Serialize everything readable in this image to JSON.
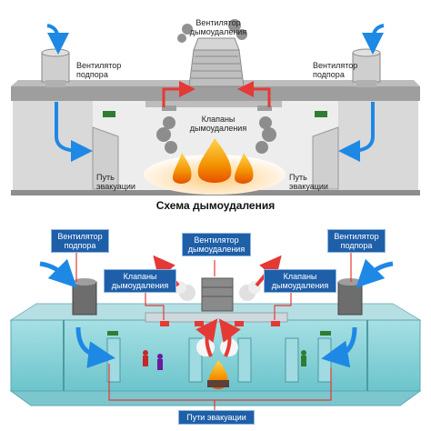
{
  "top_scheme": {
    "title": "Схема дымоудаления",
    "labels": {
      "smoke_fan": "Вентилятор\nдымоудаления",
      "supply_fan_left": "Вентилятор\nподпора",
      "supply_fan_right": "Вентилятор\nподпора",
      "valves": "Клапаны\nдымоудаления",
      "evac_left": "Путь\nэвакуации",
      "evac_right": "Путь\nэвакуации"
    }
  },
  "bottom_scheme": {
    "labels": {
      "supply_fan_left": "Вентилятор\nподпора",
      "smoke_fan": "Вентилятор\nдымоудаления",
      "supply_fan_right": "Вентилятор\nподпора",
      "valves_left": "Клапаны\nдымоудаления",
      "valves_right": "Клапаны\nдымоудаления",
      "evac_paths": "Пути эвакуации"
    }
  },
  "colors": {
    "fire_orange": "#f39200",
    "arrow_red": "#e53935",
    "arrow_blue": "#1e88e5",
    "label_box": "#1e5fa8",
    "glass": "#8fd3d8",
    "building_gray": "#9a9a9a"
  }
}
